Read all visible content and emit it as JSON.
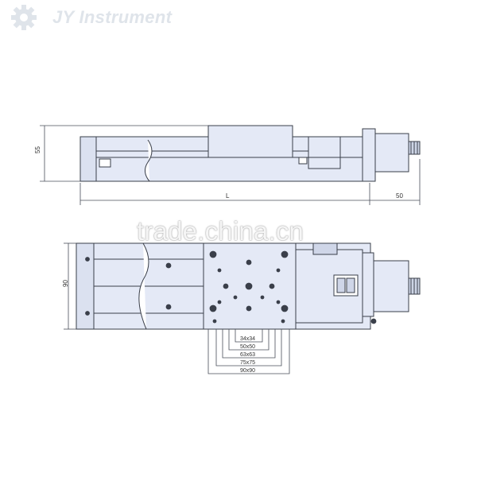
{
  "brand": {
    "name": "JY Instrument",
    "logo_icon": "gear-icon",
    "color": "#dfe4ea"
  },
  "watermark": {
    "text": "trade.china.cn"
  },
  "drawing": {
    "line_color": "#3a3f4a",
    "fill_color": "#e4e9f6",
    "side_view": {
      "dim_height": "55",
      "dim_length": "L",
      "dim_motor": "50"
    },
    "top_view": {
      "dim_width": "90",
      "hole_patterns": [
        "34x34",
        "50x50",
        "63x63",
        "75x75",
        "90x90"
      ]
    }
  }
}
